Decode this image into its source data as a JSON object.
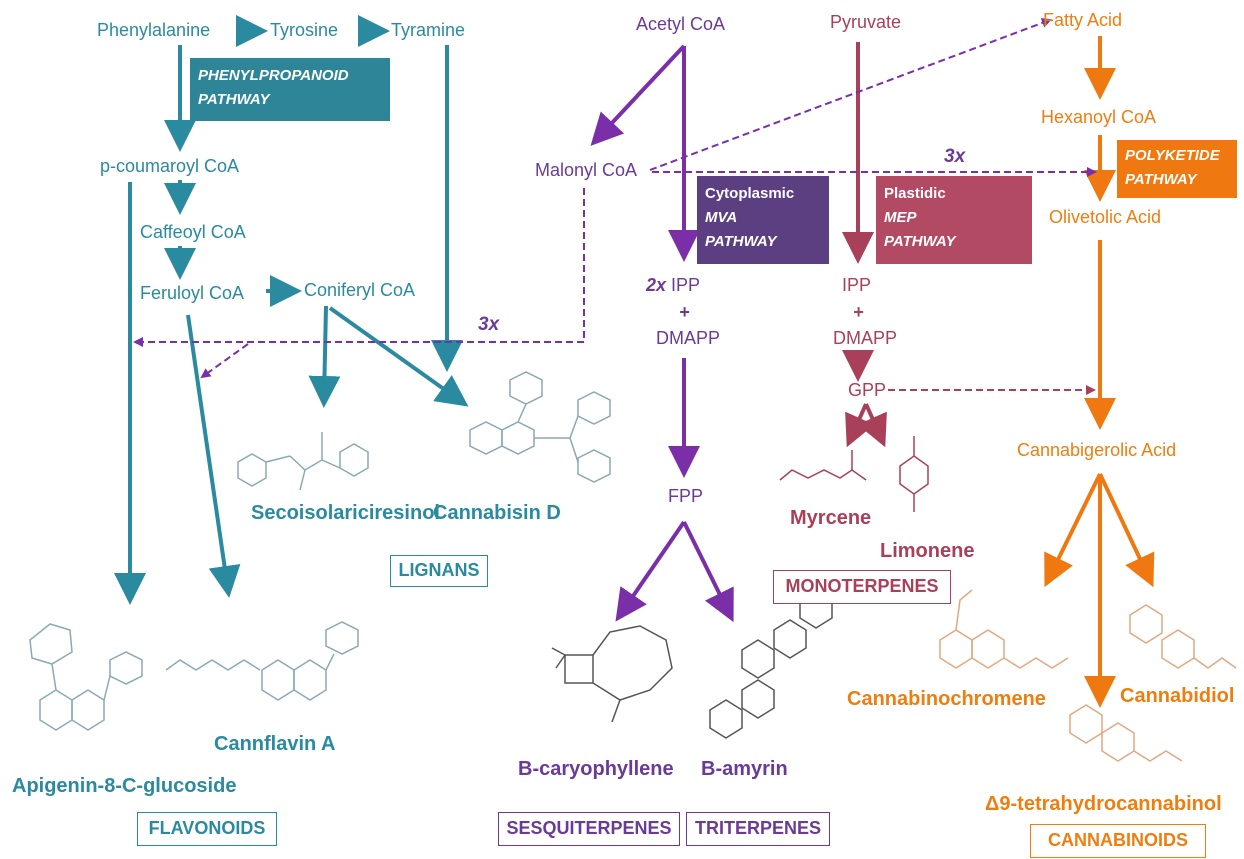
{
  "colors": {
    "teal": "#2a8aa0",
    "purple": "#6b3a96",
    "rose": "#a8405a",
    "orange": "#ee7e10",
    "teal_box": "#2f8598",
    "purple_box": "#5b3f80",
    "rose_box": "#b24a63",
    "orange_box": "#f07810"
  },
  "nodes": {
    "phenylalanine": "Phenylalanine",
    "tyrosine": "Tyrosine",
    "tyramine": "Tyramine",
    "p_coumaroyl": "p-coumaroyl CoA",
    "caffeoyl": "Caffeoyl CoA",
    "feruloyl": "Feruloyl CoA",
    "coniferyl": "Coniferyl CoA",
    "acetyl": "Acetyl CoA",
    "malonyl": "Malonyl CoA",
    "pyruvate": "Pyruvate",
    "fatty_acid": "Fatty Acid",
    "hexanoyl": "Hexanoyl CoA",
    "olivetolic": "Olivetolic Acid",
    "cannabigerolic": "Cannabigerolic Acid",
    "ipp_mva_mult": "2x",
    "ipp_mva": "IPP",
    "plus_mva": "+",
    "dmapp_mva": "DMAPP",
    "ipp_mep": "IPP",
    "plus_mep": "+",
    "dmapp_mep": "DMAPP",
    "gpp": "GPP",
    "fpp": "FPP",
    "mult_left": "3x",
    "mult_right": "3x"
  },
  "pathways": {
    "phenylpropanoid": [
      "PHENYLPROPANOID",
      "PATHWAY"
    ],
    "mva": [
      "Cytoplasmic",
      "MVA",
      "PATHWAY"
    ],
    "mep": [
      "Plastidic",
      "MEP",
      "PATHWAY"
    ],
    "polyketide": [
      "POLYKETIDE",
      "PATHWAY"
    ]
  },
  "compounds": {
    "secoisolariciresinol": "Secoisolariciresinol",
    "cannabisin": "Cannabisin D",
    "apigenin": "Apigenin-8-C-glucoside",
    "cannflavin": "Cannflavin A",
    "caryophyllene": "B-caryophyllene",
    "amyrin": "B-amyrin",
    "myrcene": "Myrcene",
    "limonene": "Limonene",
    "cannabichromene": "Cannabinochromene",
    "cannabidiol": "Cannabidiol",
    "thc": "Δ9-tetrahydrocannabinol"
  },
  "classes": {
    "lignans": "LIGNANS",
    "flavonoids": "FLAVONOIDS",
    "sesquiterpenes": "SESQUITERPENES",
    "triterpenes": "TRITERPENES",
    "monoterpenes": "MONOTERPENES",
    "cannabinoids": "CANNABINOIDS"
  }
}
